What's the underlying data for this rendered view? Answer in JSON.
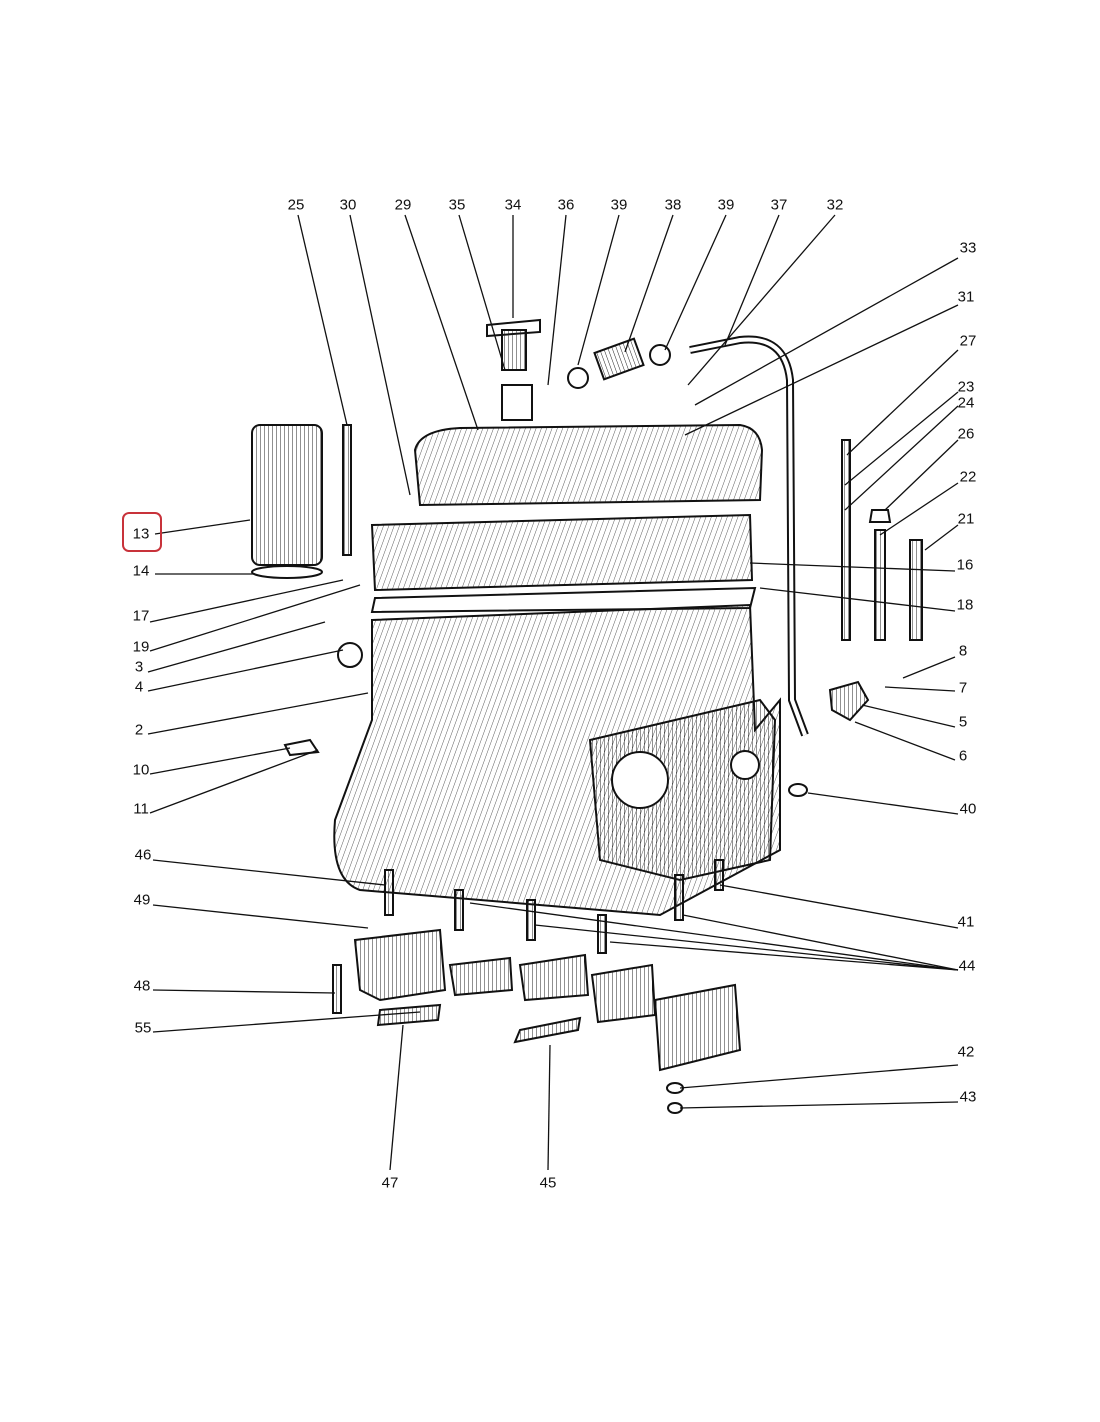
{
  "diagram": {
    "title": "",
    "highlight_color": "#c8323a",
    "highlighted_callout": "13",
    "callouts": {
      "top": [
        "25",
        "30",
        "29",
        "35",
        "34",
        "36",
        "39",
        "38",
        "39",
        "37",
        "32"
      ],
      "right": [
        "33",
        "31",
        "27",
        "23",
        "24",
        "26",
        "22",
        "21",
        "16",
        "18",
        "8",
        "7",
        "5",
        "6",
        "40",
        "41",
        "44",
        "42",
        "43"
      ],
      "left": [
        "13",
        "14",
        "17",
        "19",
        "3",
        "4",
        "2",
        "10",
        "11",
        "46",
        "49",
        "48",
        "55"
      ],
      "bottom": [
        "47",
        "45"
      ]
    }
  }
}
